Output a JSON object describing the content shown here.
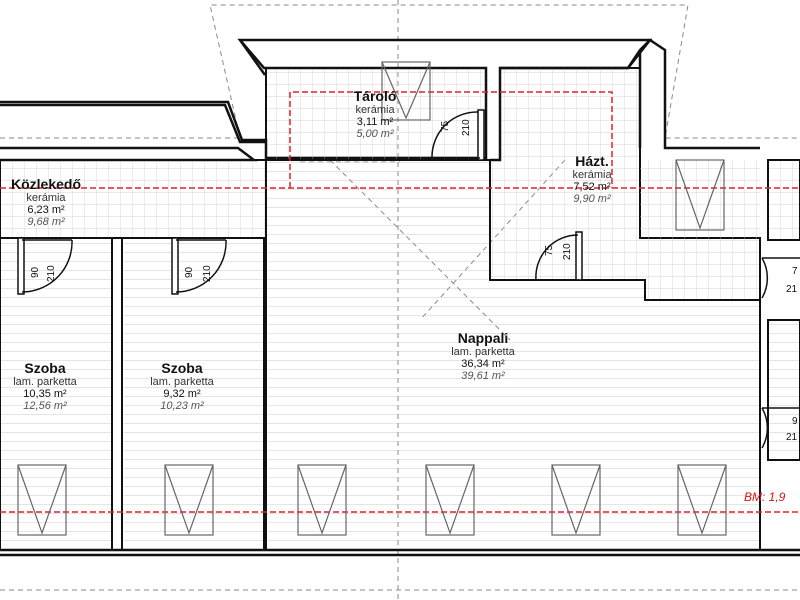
{
  "rooms": [
    {
      "name": "Tároló",
      "material": "kerámia",
      "net_area": "3,11 m²",
      "gross_area": "5,00 m²"
    },
    {
      "name": "Házt.",
      "material": "kerámia",
      "net_area": "7,52 m²",
      "gross_area": "9,90 m²"
    },
    {
      "name": "Közlekedő",
      "material": "kerámia",
      "net_area": "6,23 m²",
      "gross_area": "9,68 m²"
    },
    {
      "name": "Szoba",
      "material": "lam. parketta",
      "net_area": "10,35 m²",
      "gross_area": "12,56 m²"
    },
    {
      "name": "Szoba",
      "material": "lam. parketta",
      "net_area": "9,32 m²",
      "gross_area": "10,23 m²"
    },
    {
      "name": "Nappali",
      "material": "lam. parketta",
      "net_area": "36,34 m²",
      "gross_area": "39,61 m²"
    }
  ],
  "doors": [
    {
      "width": "75",
      "height": "210"
    },
    {
      "width": "75",
      "height": "210"
    },
    {
      "width": "90",
      "height": "210"
    },
    {
      "width": "90",
      "height": "210"
    },
    {
      "width": "7",
      "height": "21"
    },
    {
      "width": "9",
      "height": "21"
    }
  ],
  "level_note": "BM: 1,9",
  "colors": {
    "wall": "#111111",
    "dashed_outline": "#8a8a8a",
    "red_line": "#e0202a",
    "tile_grid": "#c8c8c8",
    "parquet": "#b5b5b5"
  }
}
